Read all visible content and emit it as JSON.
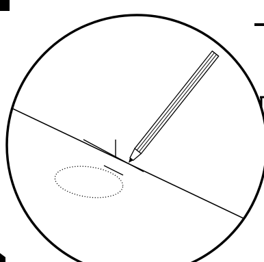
{
  "figure": {
    "description_elements": [
      "circle-view",
      "incline-line",
      "pencil",
      "dotted-outline",
      "marker-ticks"
    ],
    "stroke_color": "#000000",
    "background_color": "#ffffff"
  }
}
